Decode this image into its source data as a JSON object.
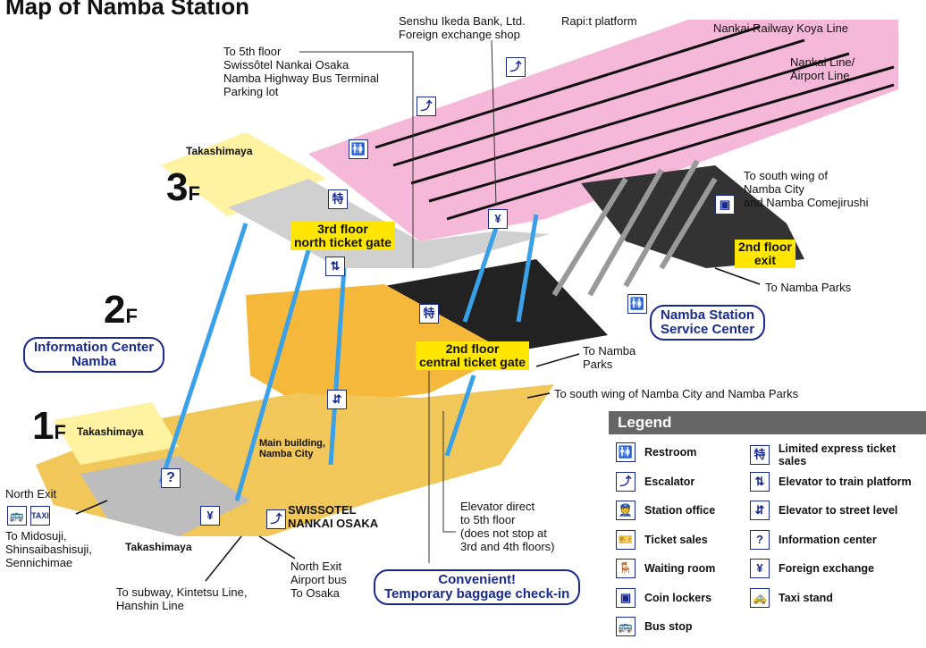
{
  "title": "Map of Namba Station",
  "floors": {
    "f3": "3",
    "f2": "2",
    "f1": "1",
    "suffix": "F"
  },
  "labels": {
    "senshu": "Senshu Ikeda Bank, Ltd.\nForeign exchange shop",
    "rapit": "Rapi:t platform",
    "koya": "Nankai Railway Koya Line",
    "nankai_airport": "Nankai Line/\nAirport Line",
    "to5th": "To 5th floor\nSwissôtel Nankai Osaka\nNamba Highway Bus Terminal\nParking lot",
    "taka3": "Takashimaya",
    "taka1": "Takashimaya",
    "taka1b": "Takashimaya",
    "south_wing": "To south wing of\nNamba City\nand Namba Comejirushi",
    "to_parks1": "To Namba Parks",
    "to_parks2": "To Namba\nParks",
    "south_wing2": "To south wing of Namba City and Namba Parks",
    "main_building": "Main building,\nNamba City",
    "swissotel": "SWISSOTEL\nNANKAI OSAKA",
    "north_exit": "North Exit",
    "midosuji": "To Midosuji,\nShinsaibashisuji,\nSennichimae",
    "subway": "To subway, Kintetsu Line,\nHanshin Line",
    "north_exit2": "North Exit\nAirport bus\nTo Osaka",
    "elevator_direct": "Elevator direct\nto 5th floor\n(does not stop at\n3rd and 4th floors)"
  },
  "gates": {
    "north": "3rd floor\nnorth ticket gate",
    "central": "2nd floor\ncentral ticket gate",
    "exit2": "2nd floor\nexit"
  },
  "pills": {
    "info": "Information Center\nNamba",
    "service": "Namba Station\nService Center",
    "baggage": "Convenient!\nTemporary baggage check-in"
  },
  "legend": {
    "title": "Legend",
    "items": [
      {
        "icon": "restroom-icon",
        "glyph": "🚻",
        "label": "Restroom"
      },
      {
        "icon": "escalator-icon",
        "glyph": "⤴",
        "label": "Escalator"
      },
      {
        "icon": "station-office-icon",
        "glyph": "👮",
        "label": "Station office"
      },
      {
        "icon": "ticket-sales-icon",
        "glyph": "🎫",
        "label": "Ticket sales"
      },
      {
        "icon": "waiting-room-icon",
        "glyph": "🪑",
        "label": "Waiting room"
      },
      {
        "icon": "coin-locker-icon",
        "glyph": "▣",
        "label": "Coin lockers"
      },
      {
        "icon": "bus-stop-icon",
        "glyph": "🚌",
        "label": "Bus stop"
      },
      {
        "icon": "limited-express-icon",
        "glyph": "特",
        "label": "Limited express ticket sales"
      },
      {
        "icon": "elevator-platform-icon",
        "glyph": "⇅",
        "label": "Elevator to train platform"
      },
      {
        "icon": "elevator-street-icon",
        "glyph": "⇵",
        "label": "Elevator to street level"
      },
      {
        "icon": "information-icon",
        "glyph": "?",
        "label": "Information center"
      },
      {
        "icon": "yen-icon",
        "glyph": "¥",
        "label": "Foreign exchange"
      },
      {
        "icon": "taxi-icon",
        "glyph": "🚕",
        "label": "Taxi stand"
      }
    ]
  },
  "colors": {
    "platform": "#f5b8d8",
    "concourse": "#c8c8c8",
    "store": "#fff2a0",
    "floor2": "#f5b83a",
    "dark": "#222222",
    "escalator": "#3aa0e8",
    "gate": "#ffe600",
    "accent": "#1a2a8c"
  }
}
